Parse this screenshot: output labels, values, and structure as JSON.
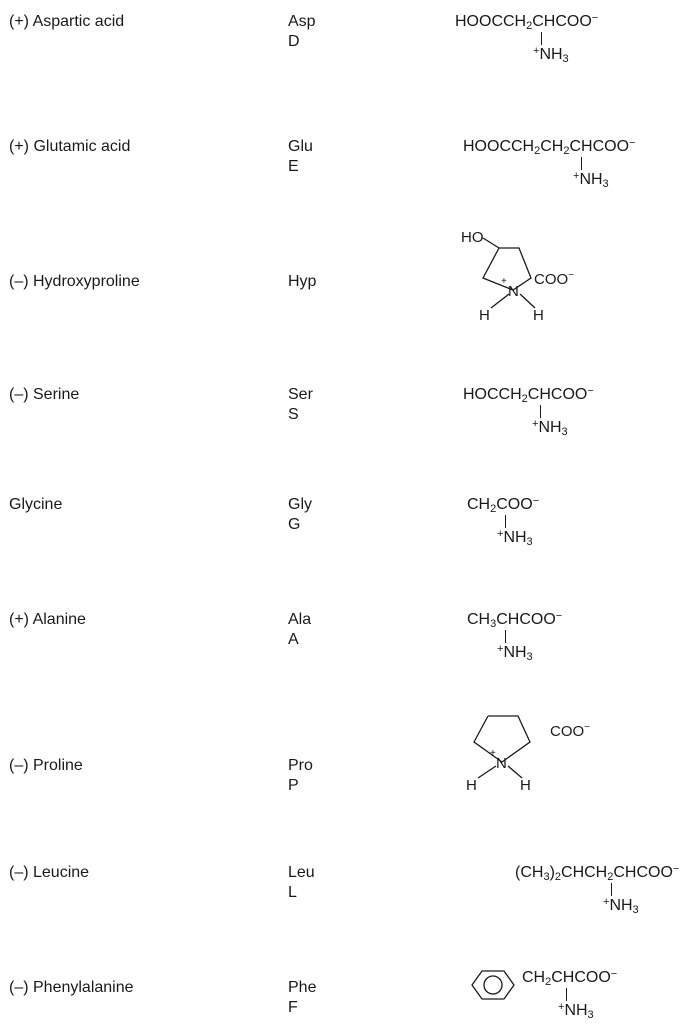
{
  "rows": [
    {
      "name": "(+) Aspartic acid",
      "abbr3": "Asp",
      "abbr1": "D",
      "formula": {
        "pre": "HOOCCH",
        "sub1": "2",
        "post": "CHCOO",
        "charge": "−",
        "amine_charge": "+",
        "amine": "NH",
        "amine_sub": "3"
      }
    },
    {
      "name": "(+) Glutamic acid",
      "abbr3": "Glu",
      "abbr1": "E",
      "formula": {
        "pre": "HOOCCH",
        "sub1": "2",
        "mid": "CH",
        "sub2": "2",
        "post": "CHCOO",
        "charge": "−",
        "amine_charge": "+",
        "amine": "NH",
        "amine_sub": "3"
      }
    },
    {
      "name": "(–) Hydroxyproline",
      "abbr3": "Hyp",
      "abbr1": "",
      "ring": {
        "oh": "HO",
        "n_charge": "+",
        "n": "N",
        "h_left": "H",
        "h_right": "H",
        "acid": "COO",
        "charge": "−"
      }
    },
    {
      "name": "(–) Serine",
      "abbr3": "Ser",
      "abbr1": "S",
      "formula": {
        "pre": "HOCCH",
        "sub1": "2",
        "post": "CHCOO",
        "charge": "−",
        "amine_charge": "+",
        "amine": "NH",
        "amine_sub": "3"
      }
    },
    {
      "name": "Glycine",
      "abbr3": "Gly",
      "abbr1": "G",
      "formula": {
        "pre": "CH",
        "sub1": "2",
        "post": "COO",
        "charge": "−",
        "amine_charge": "+",
        "amine": "NH",
        "amine_sub": "3"
      }
    },
    {
      "name": "(+) Alanine",
      "abbr3": "Ala",
      "abbr1": "A",
      "formula": {
        "pre": "CH",
        "sub1": "3",
        "post": "CHCOO",
        "charge": "−",
        "amine_charge": "+",
        "amine": "NH",
        "amine_sub": "3"
      }
    },
    {
      "name": "(–) Proline",
      "abbr3": "Pro",
      "abbr1": "P",
      "ring": {
        "n_charge": "+",
        "n": "N",
        "h_left": "H",
        "h_right": "H",
        "acid": "COO",
        "charge": "−"
      }
    },
    {
      "name": "(–) Leucine",
      "abbr3": "Leu",
      "abbr1": "L",
      "formula": {
        "pre": "(CH",
        "sub1": "3",
        "mid": ")",
        "sub2": "2",
        "mid2": "CHCH",
        "sub3": "2",
        "post": "CHCOO",
        "charge": "−",
        "amine_charge": "+",
        "amine": "NH",
        "amine_sub": "3"
      }
    },
    {
      "name": "(–) Phenylalanine",
      "abbr3": "Phe",
      "abbr1": "F",
      "formula": {
        "pre": "CH",
        "sub1": "2",
        "post": "CHCOO",
        "charge": "−",
        "amine_charge": "+",
        "amine": "NH",
        "amine_sub": "3"
      }
    }
  ]
}
